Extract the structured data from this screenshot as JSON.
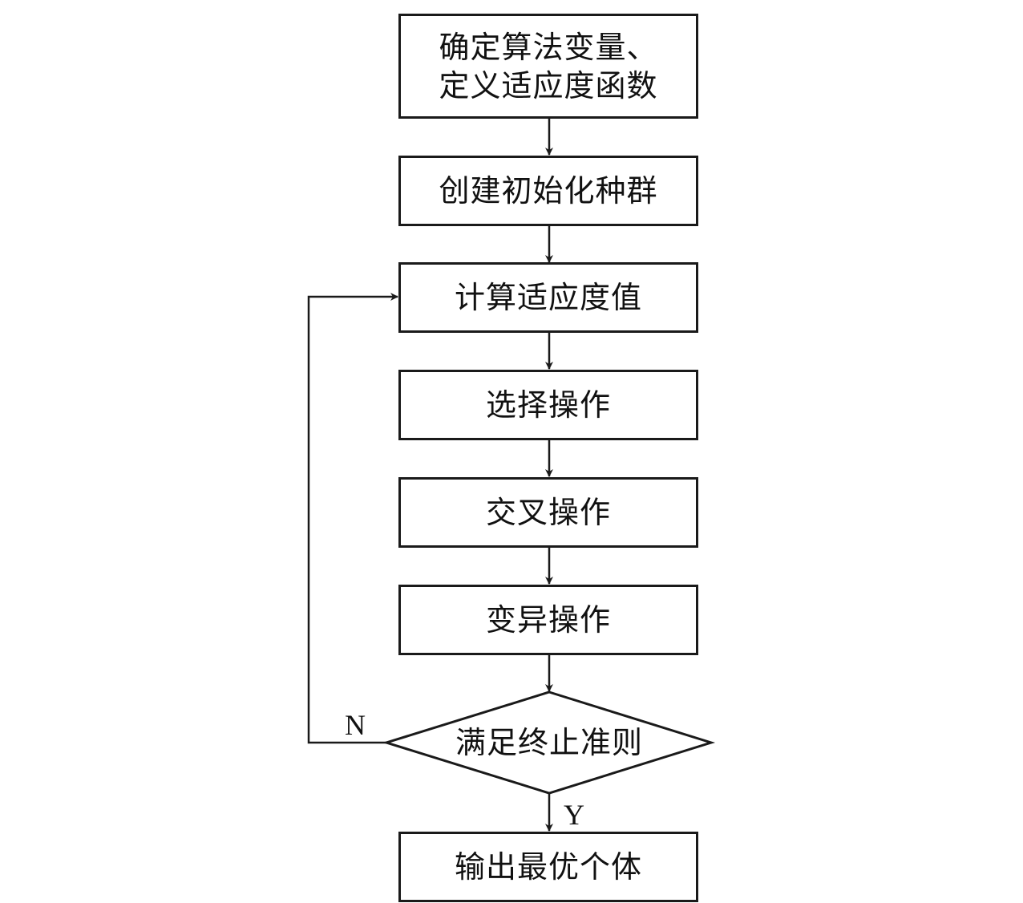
{
  "flowchart": {
    "step1": {
      "line1": "确定算法变量、",
      "line2": "定义适应度函数"
    },
    "step2": "创建初始化种群",
    "step3": "计算适应度值",
    "step4": "选择操作",
    "step5": "交叉操作",
    "step6": "变异操作",
    "decision": "满足终止准则",
    "output": "输出最优个体",
    "edge_no": "N",
    "edge_yes": "Y"
  },
  "colors": {
    "stroke": "#1a1a1a",
    "background": "#ffffff"
  }
}
